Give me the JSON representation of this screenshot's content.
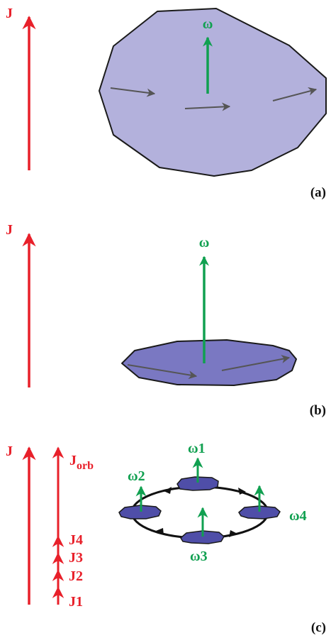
{
  "panels": {
    "a": {
      "panel_label": "(a)",
      "angular_momentum_label": "J",
      "angular_velocity_label": "ω"
    },
    "b": {
      "panel_label": "(b)",
      "angular_momentum_label": "J",
      "angular_velocity_label": "ω"
    },
    "c": {
      "panel_label": "(c)",
      "angular_momentum_label": "J",
      "orbital_label_base": "J",
      "orbital_label_sub": "orb",
      "j_labels": [
        "J4",
        "J3",
        "J2",
        "J1"
      ],
      "omega_labels": {
        "w1": "ω1",
        "w2": "ω2",
        "w3": "ω3",
        "w4": "ω4"
      }
    }
  },
  "colors": {
    "angular_momentum": "#e8202a",
    "angular_velocity": "#10a050",
    "cloud_fill": "#b3b1dc",
    "thin_disk_fill": "#7a78c2",
    "small_disk_fill": "#4f4ea8",
    "outline": "#1a1a1a",
    "velocity_arrows": "#555555"
  }
}
